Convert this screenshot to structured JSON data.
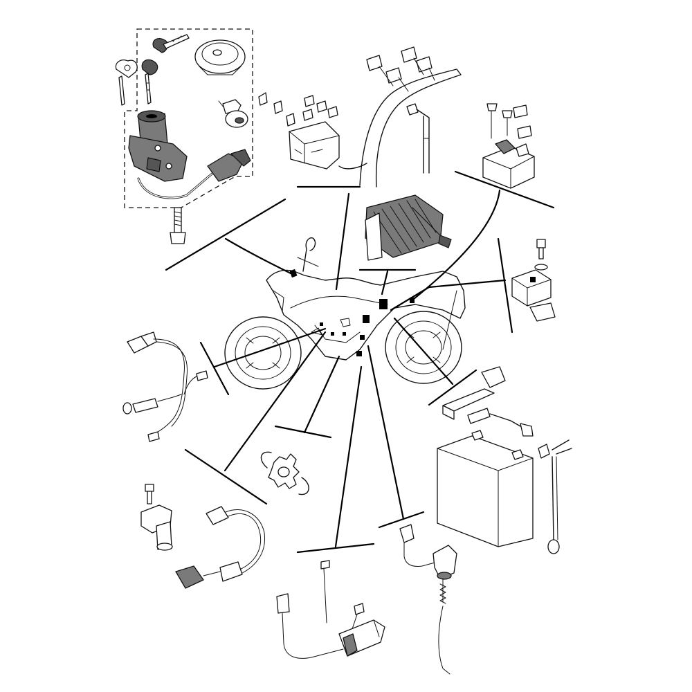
{
  "diagram": {
    "kind": "exploded-parts-diagram",
    "colors": {
      "line": "#111111",
      "fill": "#ffffff",
      "shade": "#7a7a7a",
      "marker": "#000000"
    },
    "groups": [
      {
        "id": "ignition-switch-set",
        "items": [
          "key-blank",
          "key",
          "key",
          "ignition-switch",
          "fuel-tank-cap",
          "seat-lock",
          "bolt"
        ]
      },
      {
        "id": "fuse-box",
        "items": [
          "fuse-box",
          "fuse",
          "fuse",
          "fuse",
          "fuse",
          "fuse"
        ]
      },
      {
        "id": "wire-harness",
        "items": [
          "connector",
          "connector",
          "connector"
        ]
      },
      {
        "id": "relay-starter",
        "items": [
          "starter-relay",
          "bolt",
          "bolt",
          "fuse",
          "fuse"
        ]
      },
      {
        "id": "rectifier-regulator",
        "items": [
          "rectifier-regulator",
          "bolt"
        ]
      },
      {
        "id": "turn-relay",
        "items": [
          "relay",
          "bolt",
          "washer",
          "bracket"
        ]
      },
      {
        "id": "sensor-lead",
        "items": [
          "connector",
          "sensor",
          "wire"
        ]
      },
      {
        "id": "battery-group",
        "items": [
          "battery",
          "battery-band",
          "negative-lead",
          "positive-lead"
        ]
      },
      {
        "id": "neutral-switch",
        "items": [
          "switch",
          "connector"
        ]
      },
      {
        "id": "speed-sensor",
        "items": [
          "sensor",
          "bolt",
          "connector",
          "rotor",
          "circlip",
          "circlip"
        ]
      },
      {
        "id": "sidestand-switch",
        "items": [
          "switch",
          "screw",
          "cable-tie",
          "connector"
        ]
      },
      {
        "id": "rear-brake-switch",
        "items": [
          "switch",
          "spring",
          "connector"
        ]
      }
    ]
  }
}
